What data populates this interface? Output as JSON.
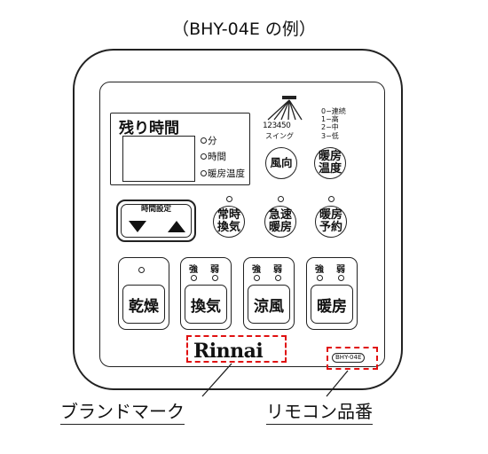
{
  "caption_top": "（BHY-04E の例）",
  "display": {
    "title": "残り時間",
    "units": [
      "分",
      "時間",
      "暖房温度"
    ]
  },
  "swing": {
    "numbers": "123450",
    "label": "スイング"
  },
  "levels": [
    "0−連続",
    "1−高",
    "2−中",
    "3−低"
  ],
  "round_buttons": {
    "fuko": "風向",
    "danbo_ondo_1": "暖房",
    "danbo_ondo_2": "温度",
    "joji_1": "常時",
    "joji_2": "換気",
    "kyusoku_1": "急速",
    "kyusoku_2": "暖房",
    "yoyaku_1": "暖房",
    "yoyaku_2": "予約"
  },
  "time_setting_label": "時間設定",
  "strength": {
    "strong": "強",
    "weak": "弱"
  },
  "big_buttons": {
    "kanso": "乾燥",
    "kanki": "換気",
    "ryofu": "涼風",
    "danbo": "暖房"
  },
  "brand_logo": "Rinnai",
  "model_number": "BHY-04E",
  "caption_brand": "ブランドマーク",
  "caption_model": "リモコン品番",
  "colors": {
    "highlight_dash": "#e01010",
    "line": "#222222"
  }
}
